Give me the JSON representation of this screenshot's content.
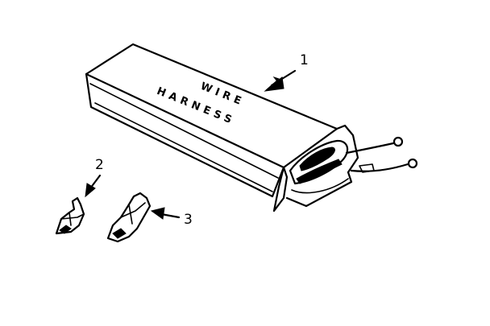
{
  "package_label": {
    "line1": "WIRE",
    "line2": "HARNESS"
  },
  "callouts": {
    "harness_box": "1",
    "terminal_left": "2",
    "terminal_right": "3"
  }
}
